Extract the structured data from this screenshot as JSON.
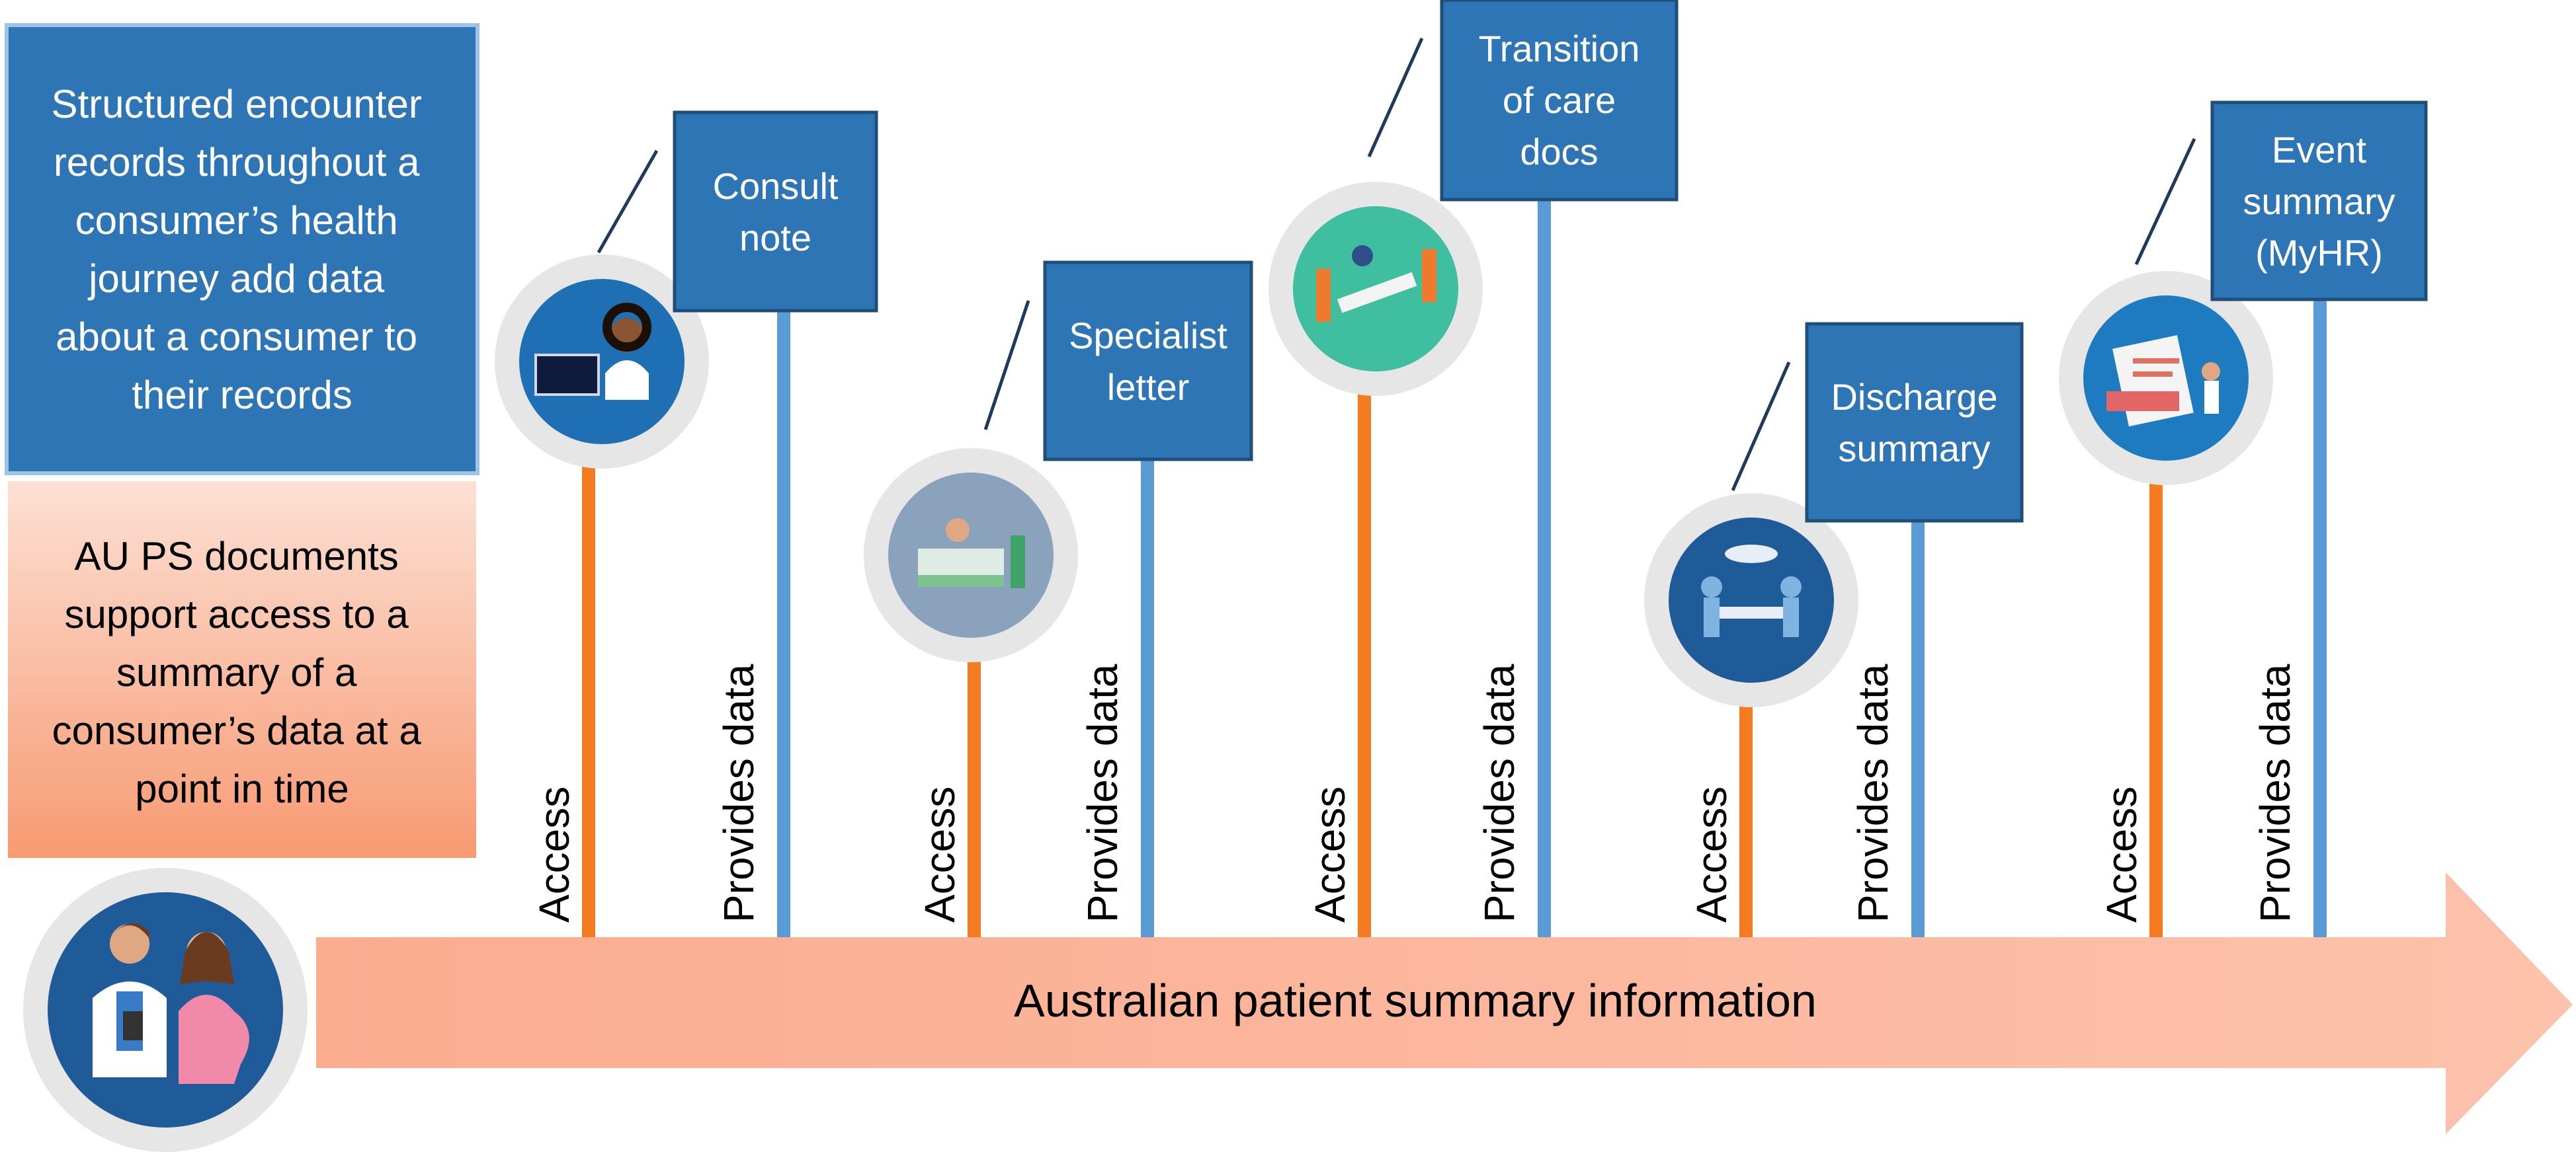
{
  "intro_box": {
    "lines": [
      "Structured encounter",
      "records throughout a",
      "consumer’s health",
      "journey add data",
      "about a consumer to",
      "their records"
    ]
  },
  "summary_box": {
    "lines": [
      "AU PS documents",
      "support access to a",
      "summary of a",
      "consumer’s data at a",
      "point in time"
    ]
  },
  "timeline": {
    "label": "Australian patient summary information"
  },
  "stage_labels": {
    "access": "Access",
    "provides": "Provides data"
  },
  "encounters": [
    {
      "id": "consult-note",
      "lines": [
        "Consult",
        "note"
      ],
      "icon": "doctor-at-computer-icon"
    },
    {
      "id": "specialist-letter",
      "lines": [
        "Specialist",
        "letter"
      ],
      "icon": "hospital-bed-icon"
    },
    {
      "id": "transition-of-care",
      "lines": [
        "Transition",
        "of care",
        "docs"
      ],
      "icon": "stretcher-transfer-icon"
    },
    {
      "id": "discharge-summary",
      "lines": [
        "Discharge",
        "summary"
      ],
      "icon": "operating-room-icon"
    },
    {
      "id": "event-summary",
      "lines": [
        "Event",
        "summary",
        "(MyHR)"
      ],
      "icon": "medical-record-icon"
    }
  ],
  "colors": {
    "blue_box": "#2e75b6",
    "blue_box_border": "#1f4e79",
    "blue_line": "#5b9bd5",
    "orange_line": "#f47b20",
    "salmon_box": "#f8a684",
    "arrow": "#fbb39a",
    "icon_navy": "#1f5b99",
    "icon_ring": "#e6e6e6"
  }
}
